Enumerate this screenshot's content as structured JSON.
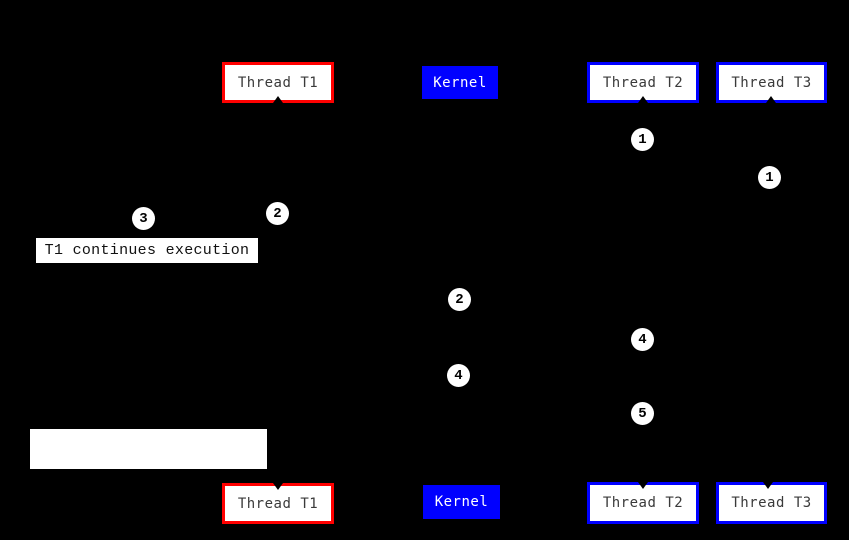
{
  "colors": {
    "background": "#000000",
    "thread_t1_border": "#ff0000",
    "thread_t2_t3_border": "#0000ff",
    "kernel_fill": "#0000ff",
    "box_fill": "#ffffff",
    "box_text": "#3a3a3a",
    "kernel_text": "#ffffff",
    "annotation_fill": "#ffffff",
    "annotation_text": "#111111",
    "marker_fill": "#ffffff",
    "marker_text": "#000000"
  },
  "labels": {
    "thread_t1": "Thread T1",
    "kernel": "Kernel",
    "thread_t2": "Thread T2",
    "thread_t3": "Thread T3"
  },
  "annotation": {
    "text": "T1 continues execution"
  },
  "markers": {
    "m1_t2": {
      "label": "1"
    },
    "m1_t3": {
      "label": "1"
    },
    "m2_t1": {
      "label": "2"
    },
    "m3_t1": {
      "label": "3"
    },
    "m2_mid": {
      "label": "2"
    },
    "m4_t2": {
      "label": "4"
    },
    "m4_mid": {
      "label": "4"
    },
    "m5_t2": {
      "label": "5"
    }
  }
}
